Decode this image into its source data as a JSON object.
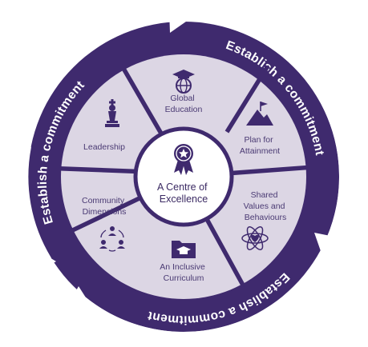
{
  "diagram": {
    "center": {
      "lines": [
        "A Centre of",
        "Excellence"
      ],
      "icon": "award-ribbon-icon"
    },
    "segments": [
      {
        "id": "global-education",
        "lines": [
          "Global",
          "Education"
        ],
        "icon": "globe-graduation-icon"
      },
      {
        "id": "plan-for-attainment",
        "lines": [
          "Plan for",
          "Attainment"
        ],
        "icon": "mountain-flag-icon"
      },
      {
        "id": "shared-values",
        "lines": [
          "Shared",
          "Values and",
          "Behaviours"
        ],
        "icon": "atom-heart-icon"
      },
      {
        "id": "inclusive-curriculum",
        "lines": [
          "An Inclusive",
          "Curriculum"
        ],
        "icon": "folder-graduation-icon"
      },
      {
        "id": "community-dimensions",
        "lines": [
          "Community",
          "Dimensions"
        ],
        "icon": "community-cycle-icon"
      },
      {
        "id": "leadership",
        "lines": [
          "Leadership"
        ],
        "icon": "chess-king-icon"
      }
    ],
    "ring_texts": [
      "Establish a commitment",
      "Establish a commitment",
      "Establish a commitment"
    ],
    "colors": {
      "ring": "#3f2a6e",
      "segment": "#dcd6e4",
      "divider": "#3f2a6e",
      "center": "#ffffff",
      "text": "#4a3a73"
    }
  }
}
